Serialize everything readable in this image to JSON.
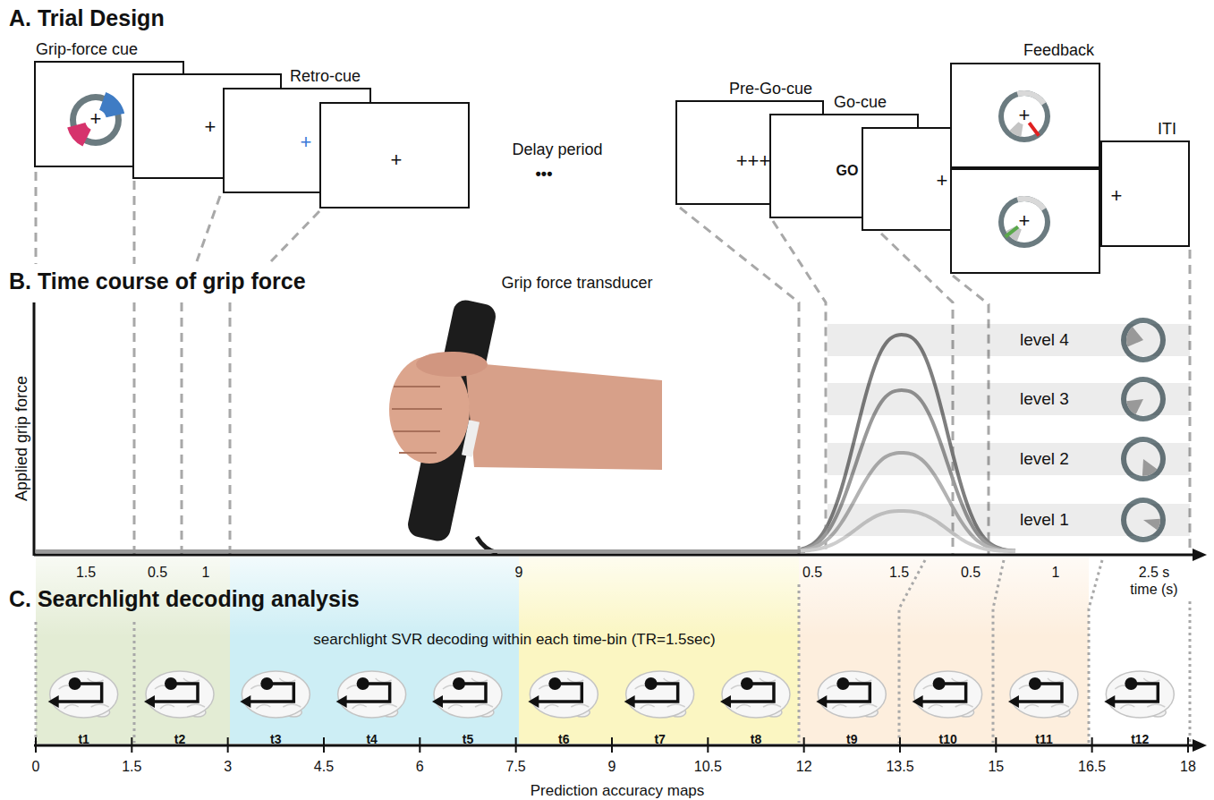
{
  "diagram": {
    "nodes": [
      {
        "text": [
          "Grip-force cue",
          "+"
        ]
      },
      {
        "text": [
          "+"
        ]
      },
      {
        "text": [
          "Retro-cue",
          "+"
        ]
      },
      {
        "text": [
          "+"
        ]
      },
      {
        "text": [
          "Pre-Go-cue",
          "+++"
        ]
      },
      {
        "text": [
          "Go-cue",
          "GO"
        ]
      },
      {
        "text": [
          "+"
        ]
      },
      {
        "text": [
          "Feedback",
          "+"
        ]
      },
      {
        "text": [
          "+"
        ]
      },
      {
        "text": [
          "ITI",
          "+"
        ]
      },
      {
        "text": [
          "level 4"
        ]
      },
      {
        "text": [
          "level 3"
        ]
      },
      {
        "text": [
          "level 2"
        ]
      },
      {
        "text": [
          "level 1"
        ]
      }
    ],
    "labels": [
      "A. Trial Design",
      "Delay period",
      "•••",
      "B. Time course of grip force",
      "Grip force transducer",
      "Applied grip force",
      "1.5",
      "0.5",
      "1",
      "9",
      "0.5",
      "1.5",
      "0.5",
      "1",
      "2.5 s",
      "time (s)",
      "C. Searchlight decoding analysis",
      "searchlight SVR decoding within each time-bin (TR=1.5sec)",
      "t1",
      "t2",
      "t3",
      "t4",
      "t5",
      "t6",
      "t7",
      "t8",
      "t9",
      "t10",
      "t11",
      "t12",
      "0",
      "1.5",
      "3",
      "4.5",
      "6",
      "7.5",
      "9",
      "10.5",
      "12",
      "13.5",
      "15",
      "16.5",
      "18",
      "Prediction accuracy maps"
    ]
  }
}
